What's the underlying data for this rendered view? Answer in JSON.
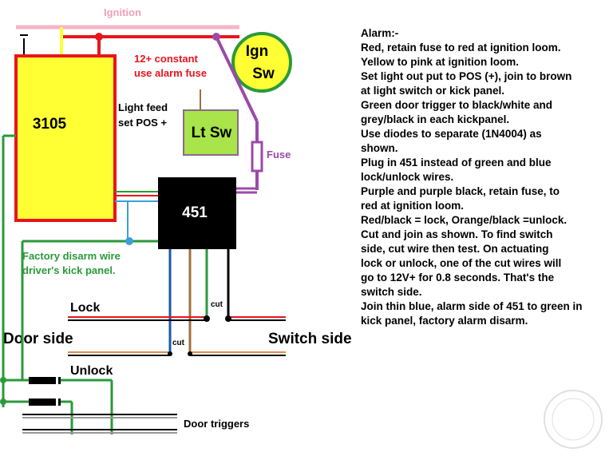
{
  "diagram": {
    "labels": {
      "ignition": "Ignition",
      "ign": "Ign",
      "sw": "Sw",
      "constant_line1": "12+ constant",
      "constant_line2": "use alarm fuse",
      "light_feed_line1": "Light feed",
      "light_feed_line2": "set POS +",
      "lt_sw": "Lt Sw",
      "fuse": "Fuse",
      "module_3105": "3105",
      "module_451": "451",
      "factory_disarm_line1": "Factory disarm wire",
      "factory_disarm_line2": "driver's kick panel.",
      "lock": "Lock",
      "door_side": "Door side",
      "switch_side": "Switch side",
      "cut_top": "cut",
      "cut_bottom": "cut",
      "unlock": "Unlock",
      "door_triggers": "Door triggers"
    },
    "colors": {
      "pink": "#f4b6c8",
      "red": "#e8141c",
      "yellow": "#ffff33",
      "module_border": "#e8141c",
      "green": "#2a9a3a",
      "purple": "#9b4aa8",
      "light_green": "#a8e44a",
      "brown": "#a0703c",
      "black_module": "#000000",
      "blue": "#3aa0d8",
      "teal": "#2a8a8a",
      "orange": "#e08a4a",
      "ignition_label": "#f0a0b8",
      "constant_label": "#e8141c",
      "fuse_label": "#9b4aa8",
      "disarm_label": "#2a9a3a"
    }
  },
  "notes": {
    "lines": [
      "Alarm:-",
      "Red, retain  fuse to red at ignition loom.",
      "Yellow to pink at ignition loom.",
      "Set light out put to POS (+), join to brown",
      "at light switch or kick panel.",
      "Green door trigger to black/white and",
      "grey/black in each kickpanel.",
      "Use diodes to separate (1N4004) as",
      "shown.",
      "Plug in 451 instead of green and blue",
      "lock/unlock wires.",
      "Purple and purple black, retain fuse, to",
      "red at ignition loom.",
      "Red/black = lock, Orange/black =unlock.",
      "Cut and join as shown. To find switch",
      "side, cut wire then test. On actuating",
      "lock or unlock, one of the cut wires will",
      "go to 12V+ for 0.8 seconds. That's the",
      "switch side.",
      "Join thin blue, alarm side of 451 to green in",
      "kick panel, factory alarm disarm."
    ]
  }
}
